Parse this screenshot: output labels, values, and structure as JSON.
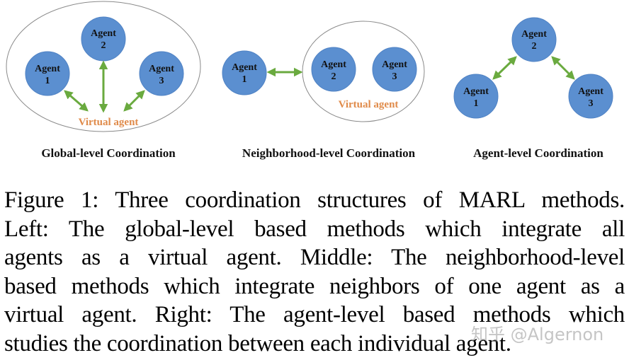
{
  "colors": {
    "agent_fill": "#5b8fd0",
    "agent_stroke": "#4a7cc0",
    "arrow": "#6aaa3f",
    "virtual_agent_text": "#e08b4a",
    "ellipse_stroke": "#8a8a8a"
  },
  "panels": [
    {
      "title": "Global-level Coordination",
      "virtual_agent_label": "Virtual agent",
      "agents": [
        {
          "line1": "Agent",
          "line2": "1"
        },
        {
          "line1": "Agent",
          "line2": "2"
        },
        {
          "line1": "Agent",
          "line2": "3"
        }
      ]
    },
    {
      "title": "Neighborhood-level Coordination",
      "virtual_agent_label": "Virtual agent",
      "agents": [
        {
          "line1": "Agent",
          "line2": "1"
        },
        {
          "line1": "Agent",
          "line2": "2"
        },
        {
          "line1": "Agent",
          "line2": "3"
        }
      ]
    },
    {
      "title": "Agent-level Coordination",
      "agents": [
        {
          "line1": "Agent",
          "line2": "1"
        },
        {
          "line1": "Agent",
          "line2": "2"
        },
        {
          "line1": "Agent",
          "line2": "3"
        }
      ]
    }
  ],
  "caption": {
    "lines": [
      "Figure 1: Three coordination structures of MARL methods.",
      "Left: The global-level based methods which integrate all",
      "agents as a virtual agent. Middle: The neighborhood-level",
      "based methods which integrate neighbors of one agent as a",
      "virtual agent. Right: The agent-level based methods which",
      "studies the coordination between each individual agent."
    ]
  },
  "watermark": "知乎 @Algernon"
}
